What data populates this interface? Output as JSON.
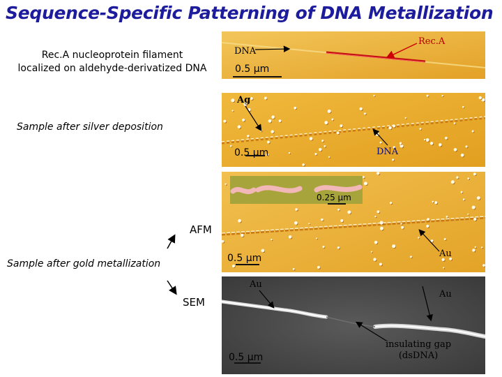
{
  "title": "Sequence-Specific Patterning of DNA Metallization",
  "captions": {
    "recA_line1": "Rec.A nucleoprotein filament",
    "recA_line2": "localized on aldehyde-derivatized DNA",
    "silver": "Sample after silver deposition",
    "gold": "Sample after gold metallization",
    "afm": "AFM",
    "sem": "SEM"
  },
  "panel1": {
    "dna_label": "DNA",
    "reca_label": "Rec.A",
    "scale": "0.5 µm"
  },
  "panel2": {
    "ag_label": "Ag",
    "dna_label": "DNA",
    "scale": "0.5 µm"
  },
  "panel3": {
    "inset_scale": "0.25 µm",
    "au_label": "Au",
    "scale": "0.5 µm"
  },
  "panel4": {
    "au_left": "Au",
    "au_right": "Au",
    "gap_line1": "insulating gap",
    "gap_line2": "(dsDNA)",
    "scale": "0.5 µm"
  },
  "colors": {
    "title": "#1c1c9c",
    "afm_bg": "#e7a92a",
    "sem_bg": "#4a4a4a",
    "arrow_red": "#cc0000"
  }
}
